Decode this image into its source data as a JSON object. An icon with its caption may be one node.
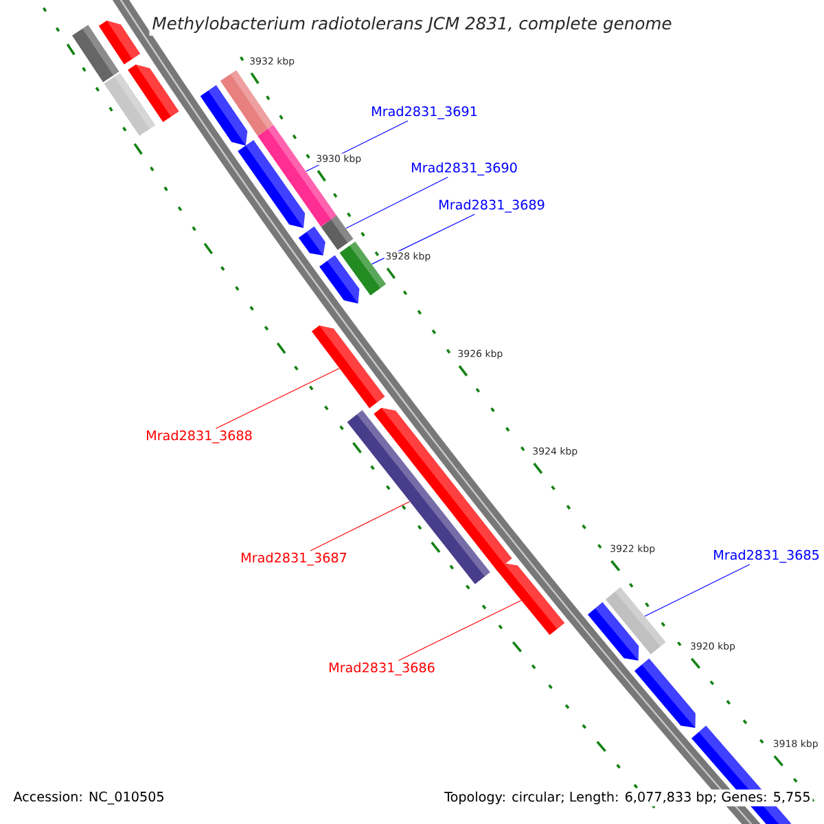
{
  "diagram": {
    "title": "Methylobacterium radiotolerans JCM 2831, complete genome",
    "nodes": [
      {
        "text": [
          "Mrad2831_3691"
        ]
      },
      {
        "text": [],
        "shape": "box"
      },
      {
        "text": [
          "Mrad2831_3690"
        ]
      },
      {
        "text": [],
        "shape": "box"
      },
      {
        "text": [
          "Mrad2831_3689"
        ]
      },
      {
        "text": [],
        "shape": "box"
      },
      {
        "text": [
          "Mrad2831_3688"
        ]
      },
      {
        "text": [],
        "shape": "arrow"
      },
      {
        "text": [
          "Mrad2831_3687"
        ]
      },
      {
        "text": [],
        "shape": "box"
      },
      {
        "text": [
          "Mrad2831_3686"
        ]
      },
      {
        "text": [],
        "shape": "arrow"
      },
      {
        "text": [
          "Mrad2831_3685"
        ]
      },
      {
        "text": [],
        "shape": "box"
      }
    ],
    "edges": [
      {
        "from": 0,
        "to": 1,
        "arrow": "none"
      },
      {
        "from": 2,
        "to": 3,
        "arrow": "none"
      },
      {
        "from": 4,
        "to": 5,
        "arrow": "none"
      },
      {
        "from": 6,
        "to": 7,
        "arrow": "none",
        "color": "#ff0000"
      },
      {
        "from": 8,
        "to": 9,
        "arrow": "none",
        "color": "#ff0000"
      },
      {
        "from": 10,
        "to": 11,
        "arrow": "none",
        "color": "#ff0000"
      },
      {
        "from": 12,
        "to": 13,
        "arrow": "none"
      }
    ],
    "labels": [
      "3932 kbp",
      "3930 kbp",
      "3928 kbp",
      "3926 kbp",
      "3924 kbp",
      "3922 kbp",
      "3920 kbp",
      "3918 kbp",
      "Accession: NC_010505",
      "Topology: circular; Length: 6,077,833 bp; Genes: 5,755"
    ]
  }
}
